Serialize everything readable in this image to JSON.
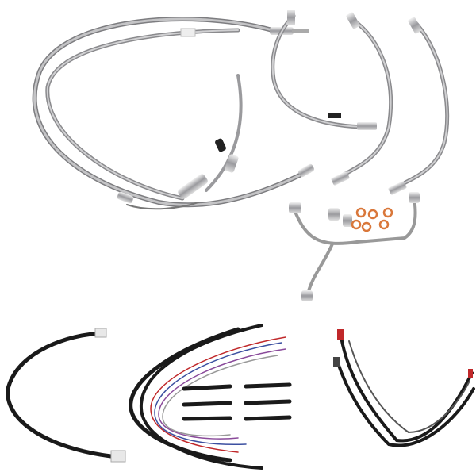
{
  "image": {
    "background": "#ffffff",
    "colors": {
      "braided_steel": "#a9a9ab",
      "braided_steel_dark": "#7d7d80",
      "chrome_fitting": "#c9c9cc",
      "black_wire": "#1a1a1a",
      "copper_washer": "#d9773a",
      "white_connector": "#e8e8e8",
      "red_wire": "#c0282a",
      "blue_wire": "#3b4fa0",
      "purple_wire": "#8a4a9a"
    },
    "groups": [
      "braided-clutch-cable",
      "braided-brake-lines",
      "hard-brake-line",
      "copper-crush-washers",
      "banjo-bolts",
      "wiring-harness-extension",
      "wire-bundle",
      "heat-shrink-tubes",
      "throttle-cables"
    ]
  }
}
